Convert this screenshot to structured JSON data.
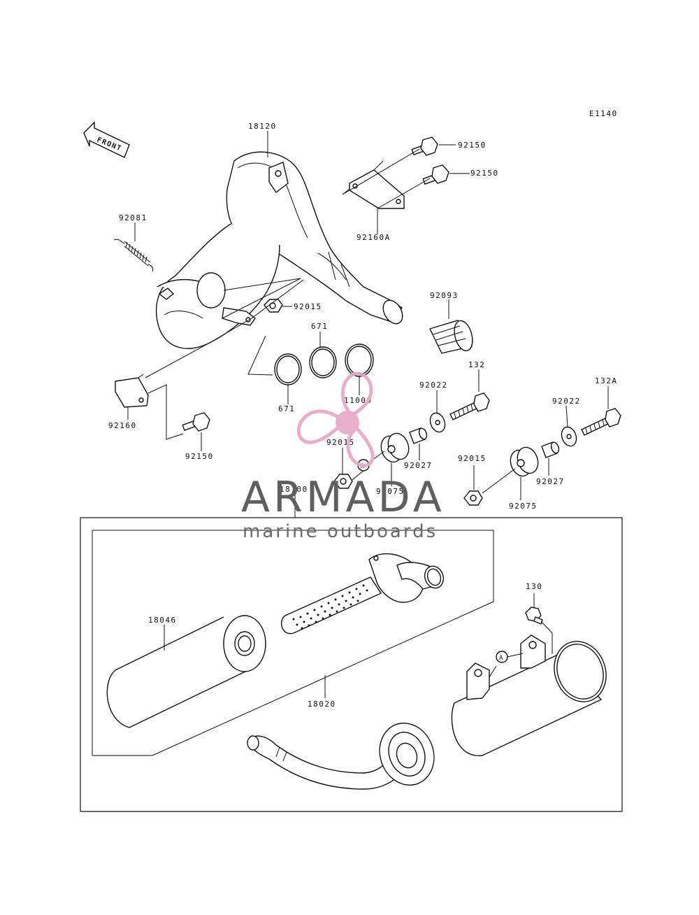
{
  "diagram_code": "E1140",
  "front_label": "FRONT",
  "callout_letter": "A",
  "watermark": {
    "brand": "ARMADA",
    "tagline": "marine outboards",
    "logo_color": "#e8a9c4"
  },
  "parts": {
    "p18120": "18120",
    "p92150_a": "92150",
    "p92150_b": "92150",
    "p92160A": "92160A",
    "p92081": "92081",
    "p92015_a": "92015",
    "p92093": "92093",
    "p671_a": "671",
    "p671_b": "671",
    "p11009": "11009",
    "p132": "132",
    "p92022_a": "92022",
    "p132A": "132A",
    "p92022_b": "92022",
    "p92160": "92160",
    "p92015_b": "92015",
    "p92027_a": "92027",
    "p92015_c": "92015",
    "p92150_c": "92150",
    "p92075_a": "92075",
    "p92027_b": "92027",
    "p92075_b": "92075",
    "p18100": "18100",
    "p130": "130",
    "p18046": "18046",
    "p18020": "18020"
  }
}
